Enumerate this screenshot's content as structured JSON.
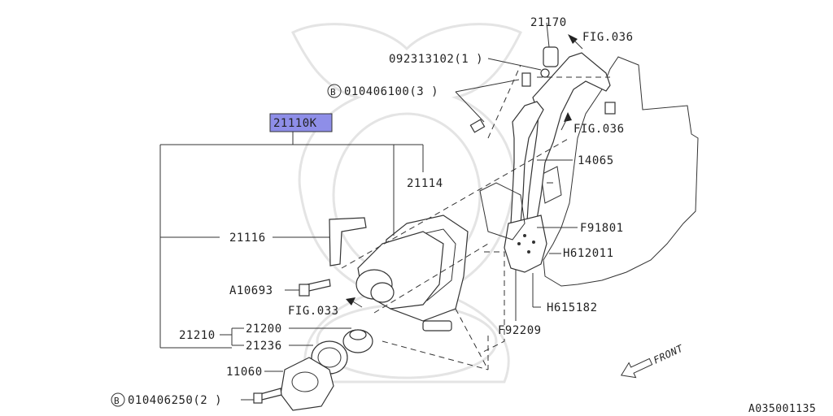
{
  "highlight_color": "#8e8ee8",
  "highlighted_part": "21110K",
  "labels": {
    "p21170": "21170",
    "fig036_top": "FIG.036",
    "p092313102": "092313102(1 )",
    "bolt_b_010406100": "010406100(3 )",
    "fig036_mid": "FIG.036",
    "p14065": "14065",
    "p21114": "21114",
    "pF91801": "F91801",
    "p21116": "21116",
    "pH612011": "H612011",
    "pA10693": "A10693",
    "fig033": "FIG.033",
    "pH615182": "H615182",
    "p21210": "21210",
    "p21200": "21200",
    "pF92209": "F92209",
    "p21236": "21236",
    "p11060": "11060",
    "bolt_b_010406250": "010406250(2 )",
    "front": "FRONT",
    "drawing_no": "A035001135",
    "circle_b": "B"
  },
  "icons": [
    "bolt-icon",
    "hose-icon",
    "thermostat-icon",
    "water-pump-icon",
    "front-arrow-icon"
  ]
}
